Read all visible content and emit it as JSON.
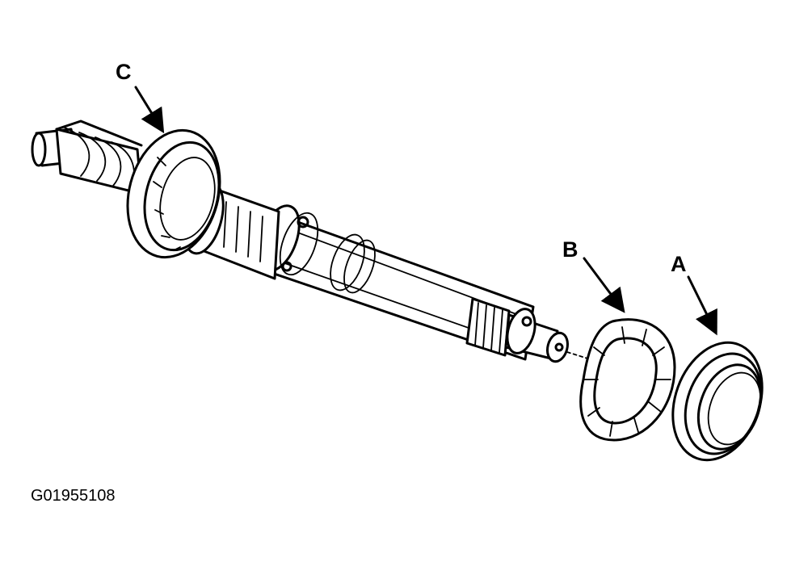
{
  "diagram": {
    "callouts": {
      "a": "A",
      "b": "B",
      "c": "C"
    },
    "figure_code": "G01955108"
  }
}
